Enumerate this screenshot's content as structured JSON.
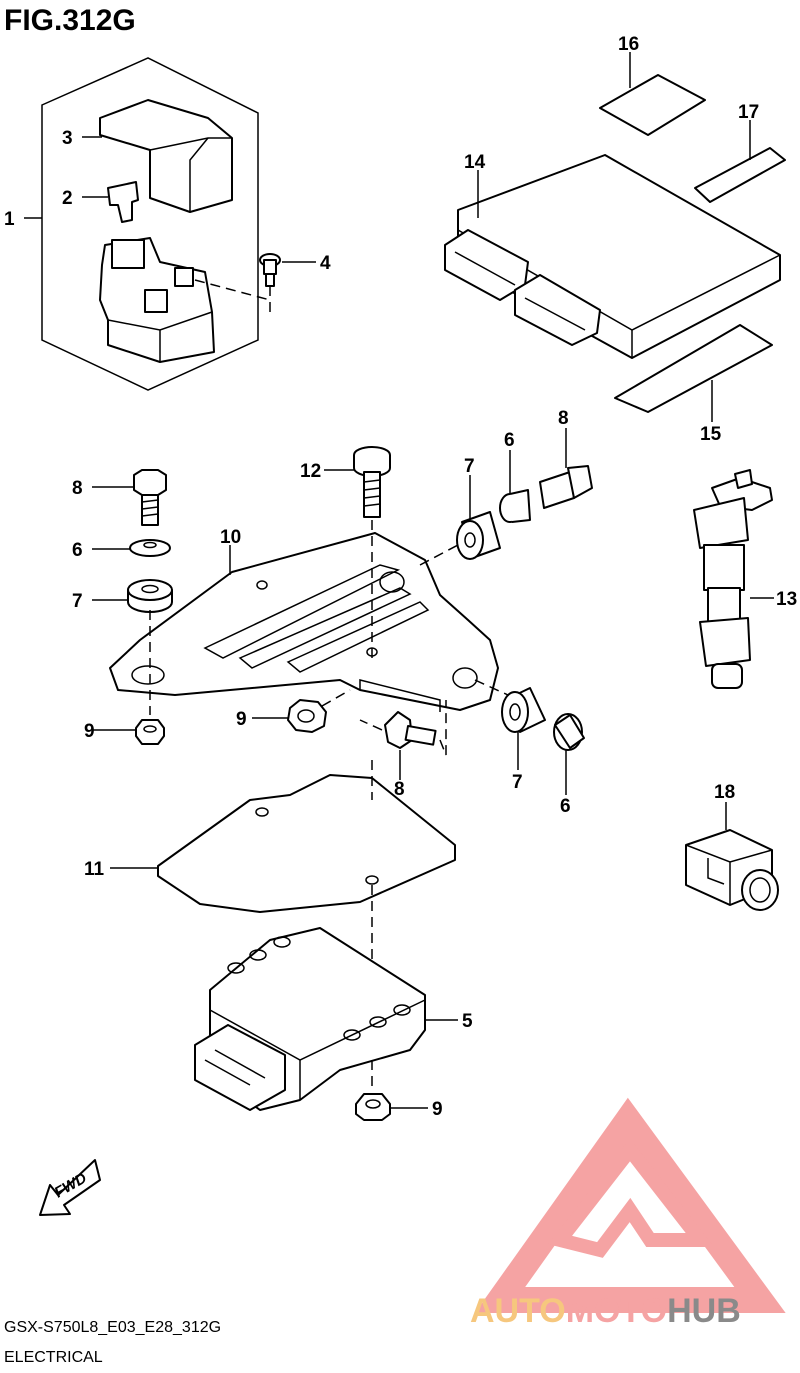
{
  "figure": {
    "title": "FIG.312G"
  },
  "footer": {
    "code": "GSX-S750L8_E03_E28_312G",
    "section": "ELECTRICAL"
  },
  "direction": {
    "label": "FWD"
  },
  "watermark": {
    "auto": "AUTO",
    "moto": "MOTO",
    "hub": "HUB",
    "color_primary": "#f5a3a3",
    "color_auto": "#f6c77e",
    "color_hub": "#8a8a8a"
  },
  "callouts": [
    {
      "id": "c1",
      "label": "1"
    },
    {
      "id": "c2",
      "label": "2"
    },
    {
      "id": "c3",
      "label": "3"
    },
    {
      "id": "c4",
      "label": "4"
    },
    {
      "id": "c5",
      "label": "5"
    },
    {
      "id": "c6a",
      "label": "6"
    },
    {
      "id": "c6b",
      "label": "6"
    },
    {
      "id": "c6c",
      "label": "6"
    },
    {
      "id": "c7a",
      "label": "7"
    },
    {
      "id": "c7b",
      "label": "7"
    },
    {
      "id": "c7c",
      "label": "7"
    },
    {
      "id": "c8a",
      "label": "8"
    },
    {
      "id": "c8b",
      "label": "8"
    },
    {
      "id": "c8c",
      "label": "8"
    },
    {
      "id": "c9a",
      "label": "9"
    },
    {
      "id": "c9b",
      "label": "9"
    },
    {
      "id": "c9c",
      "label": "9"
    },
    {
      "id": "c10",
      "label": "10"
    },
    {
      "id": "c11",
      "label": "11"
    },
    {
      "id": "c12",
      "label": "12"
    },
    {
      "id": "c13",
      "label": "13"
    },
    {
      "id": "c14",
      "label": "14"
    },
    {
      "id": "c15",
      "label": "15"
    },
    {
      "id": "c16",
      "label": "16"
    },
    {
      "id": "c17",
      "label": "17"
    },
    {
      "id": "c18",
      "label": "18"
    }
  ]
}
